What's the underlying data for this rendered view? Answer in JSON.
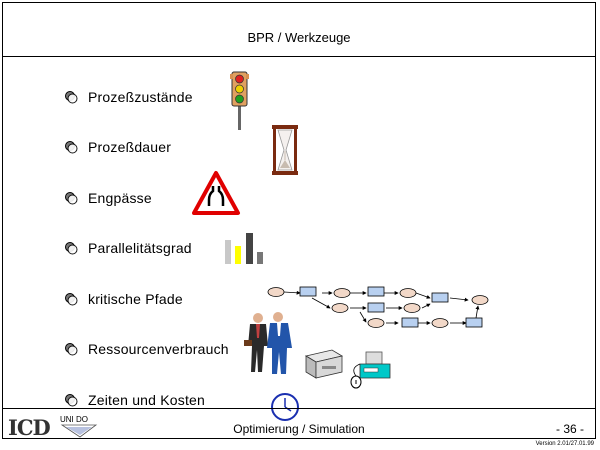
{
  "slide": {
    "title": "BPR / Werkzeuge",
    "bullets": [
      {
        "label": "Prozeßzustände",
        "icon": "traffic-light-icon"
      },
      {
        "label": "Prozeßdauer",
        "icon": "hourglass-icon"
      },
      {
        "label": "Engpässe",
        "icon": "road-narrows-sign-icon"
      },
      {
        "label": "Parallelitätsgrad",
        "icon": "bar-chart-icon"
      },
      {
        "label": "kritische Pfade",
        "icon": "process-network-icon"
      },
      {
        "label": "Ressourcenverbrauch",
        "icon": "people-and-devices-icon"
      },
      {
        "label": "Zeiten und Kosten",
        "icon": "clock-icon"
      }
    ]
  },
  "footer": {
    "logo_text": "ICD",
    "uni_logo_text": "UNI DO",
    "label": "Optimierung / Simulation",
    "page": "- 36 -",
    "version": "Version 2.01/27.01.99"
  },
  "colors": {
    "traffic_red": "#e02020",
    "traffic_yellow": "#f0d000",
    "traffic_green": "#20a020",
    "hourglass_frame": "#7a2a10",
    "sign_red": "#e00000",
    "bar_yellow": "#ffff00",
    "device_cyan": "#00c8c8",
    "clock_blue": "#1a2fb0"
  }
}
